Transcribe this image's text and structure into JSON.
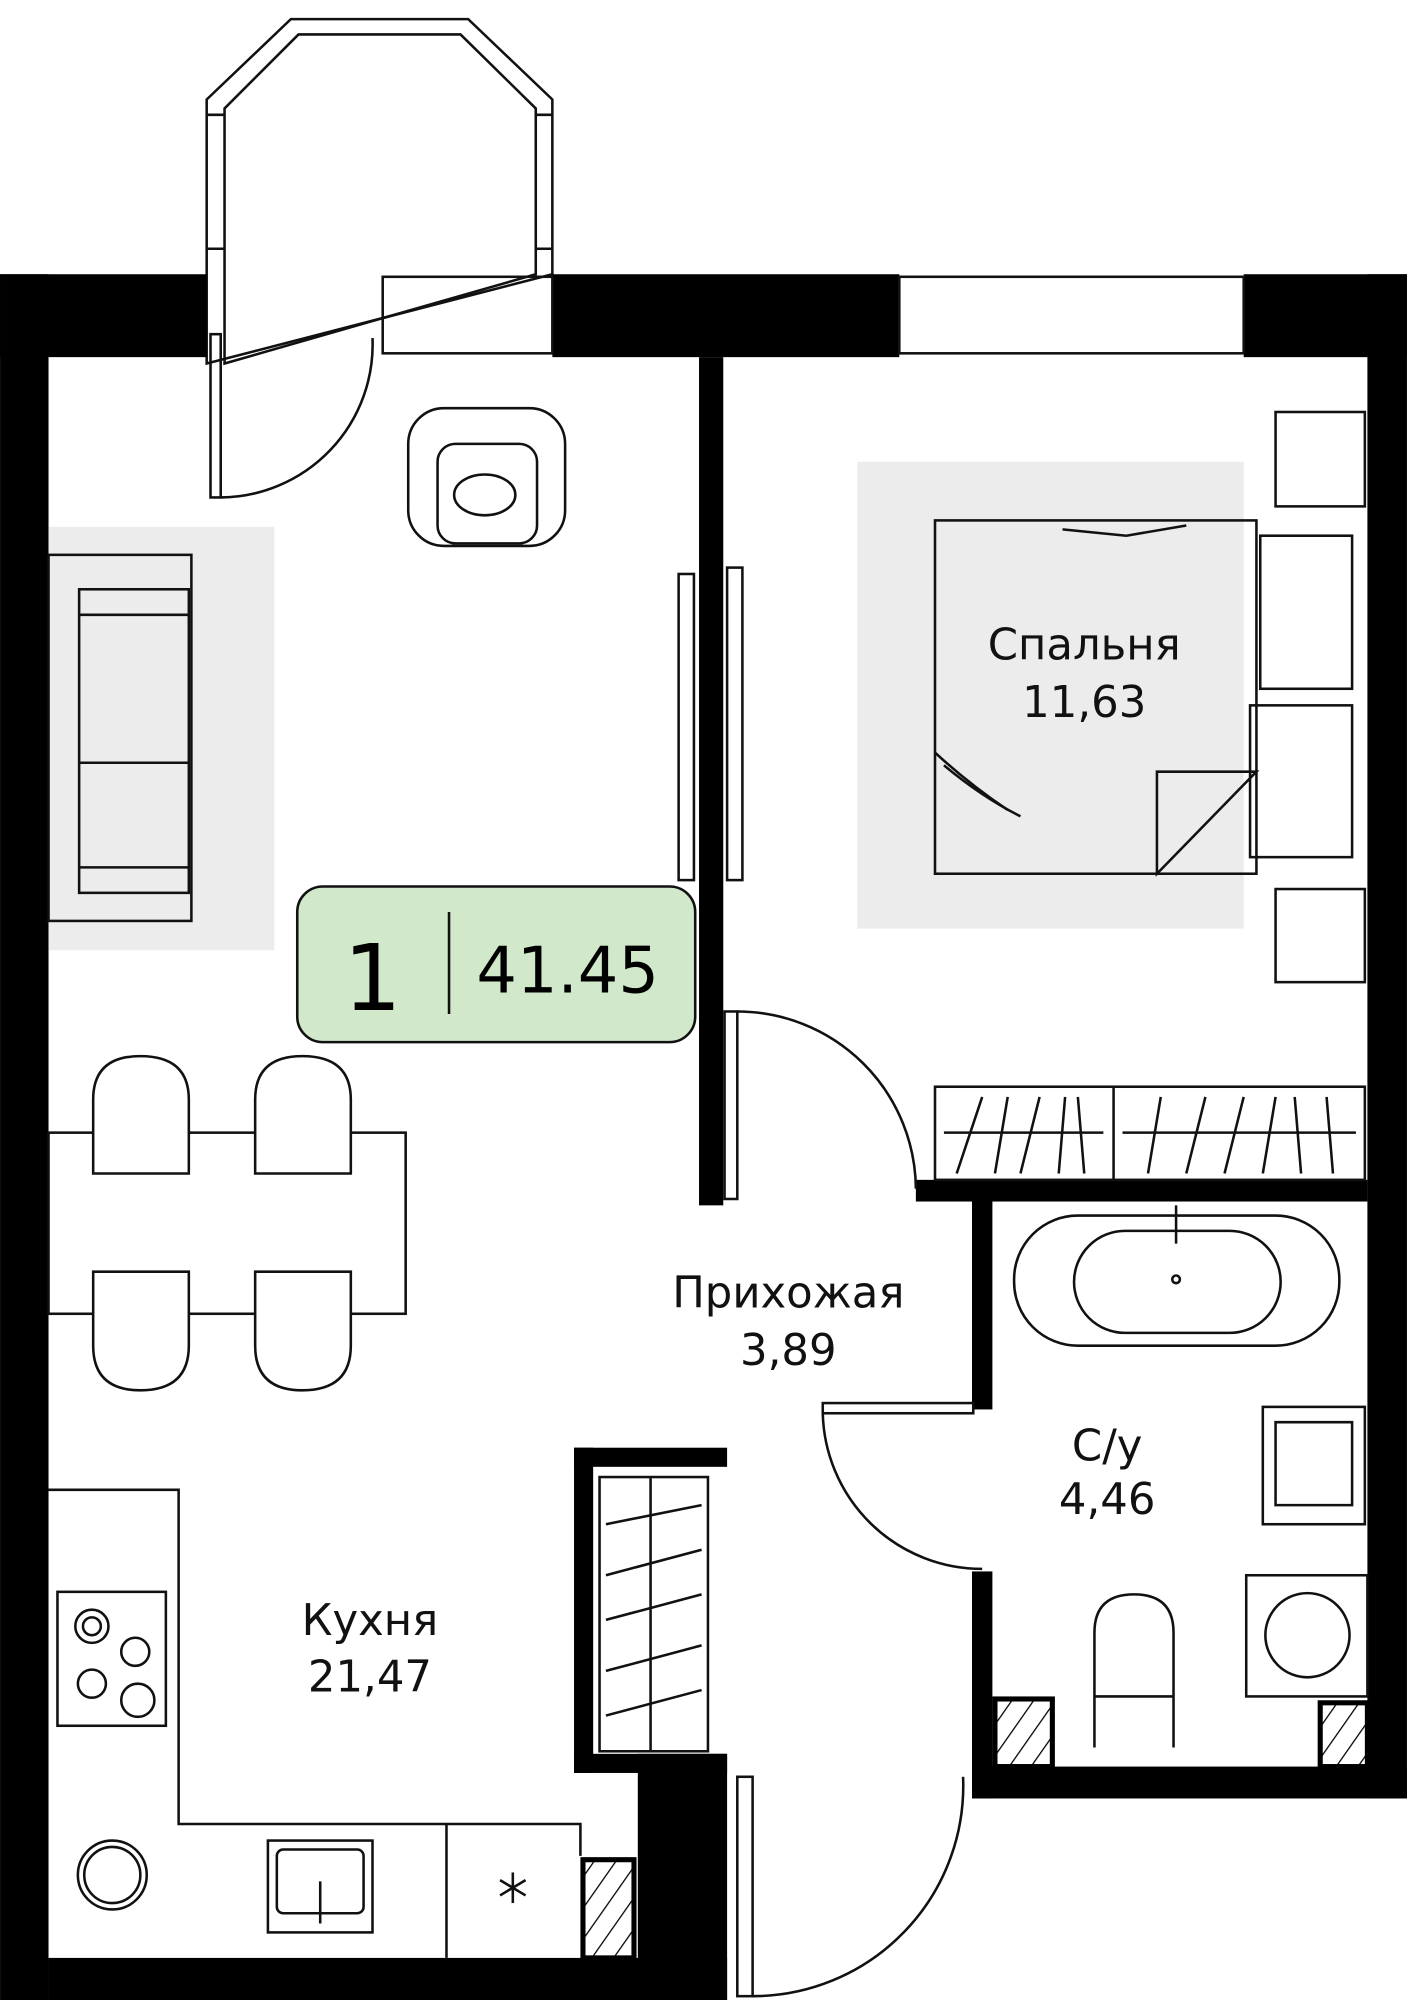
{
  "plan": {
    "rooms_count": "1",
    "total_area": "41.45",
    "badge_color": "#d1e8cb",
    "rooms": [
      {
        "name": "Спальня",
        "area": "11,63"
      },
      {
        "name": "Прихожая",
        "area": "3,89"
      },
      {
        "name": "С/у",
        "area": "4,46"
      },
      {
        "name": "Кухня",
        "area": "21,47"
      }
    ]
  }
}
